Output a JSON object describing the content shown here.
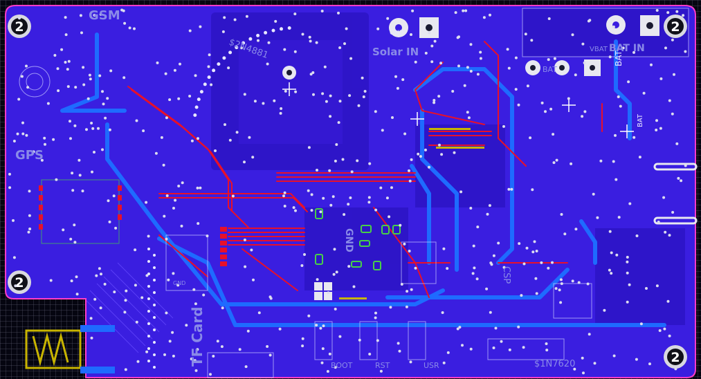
{
  "board": {
    "colors": {
      "copper_fill": "#3a1ee0",
      "copper_fill_dark": "#2a12b8",
      "trace_front": "#e8102a",
      "trace_back": "#1e6bff",
      "outline": "#ff3cc8",
      "silkscreen": "#e6e6ff",
      "pad_gold": "#c8b400",
      "courtyard": "#48d048",
      "background_grid": "#050510"
    },
    "mounting_hole_label": "2",
    "labels": {
      "gsm": "GSM",
      "gps": "GPS",
      "solar_in": "Solar IN",
      "solar_gnd": "GND",
      "bat_in": "BAT IN",
      "bat_pad": "BAT",
      "bat_pad2": "BAT",
      "bat_rot": "BAT",
      "vbat": "VBAT",
      "diode_part": "$2N4881",
      "diode_part2": "$1N7620",
      "tf_card": "TF Card",
      "gnd_mid": "GND",
      "csp": "CSP",
      "boot": "BOOT",
      "rst": "RST",
      "usr": "USR",
      "small_gnd": "GND"
    }
  }
}
